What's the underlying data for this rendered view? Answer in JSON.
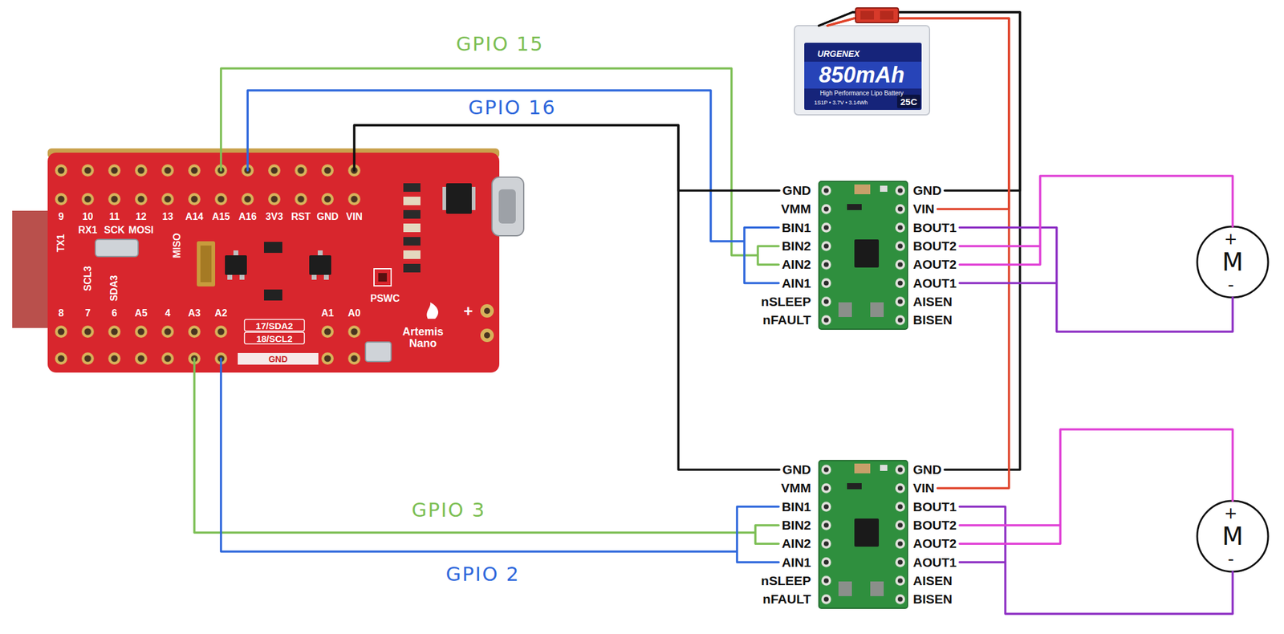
{
  "diagram": {
    "nodes": [
      {
        "text": [
          "9",
          "TX1",
          "10",
          "RX1",
          "11",
          "SCK",
          "12",
          "MOSI",
          "13",
          "MISO",
          "A14",
          "A15",
          "A16",
          "3V3",
          "RST",
          "GND",
          "VIN",
          "SCL3",
          "SDA3",
          "8",
          "7",
          "6",
          "A5",
          "4",
          "A3",
          "A2",
          "A1",
          "A0",
          "17/SDA2",
          "18/SCL2",
          "GND",
          "PSWC",
          "Artemis Nano",
          "+"
        ]
      },
      {
        "text": [
          "URGENEX",
          "850mAh",
          "High Performance Lipo Battery",
          "1S1P • 3.7V • 3.14Wh",
          "25C"
        ]
      },
      {
        "text": [
          "GND",
          "VMM",
          "BIN1",
          "BIN2",
          "AIN2",
          "AIN1",
          "nSLEEP",
          "nFAULT",
          "GND",
          "VIN",
          "BOUT1",
          "BOUT2",
          "AOUT2",
          "AOUT1",
          "AISEN",
          "BISEN"
        ]
      },
      {
        "text": [
          "+",
          "M",
          "-"
        ]
      },
      {
        "text": [
          "GND",
          "VMM",
          "BIN1",
          "BIN2",
          "AIN2",
          "AIN1",
          "nSLEEP",
          "nFAULT",
          "GND",
          "VIN",
          "BOUT1",
          "BOUT2",
          "AOUT2",
          "AOUT1",
          "AISEN",
          "BISEN"
        ]
      },
      {
        "text": [
          "+",
          "M",
          "-"
        ]
      }
    ],
    "edges": [
      {
        "from": 0,
        "to": 2,
        "label": "GPIO 15",
        "arrow": "none"
      },
      {
        "from": 0,
        "to": 2,
        "label": "GPIO 16",
        "arrow": "none"
      },
      {
        "from": 0,
        "to": 2,
        "arrow": "none"
      },
      {
        "from": 0,
        "to": 4,
        "arrow": "none"
      },
      {
        "from": 0,
        "to": 4,
        "label": "GPIO 3",
        "arrow": "none"
      },
      {
        "from": 0,
        "to": 4,
        "label": "GPIO 2",
        "arrow": "none"
      },
      {
        "from": 1,
        "to": 2,
        "arrow": "none"
      },
      {
        "from": 1,
        "to": 2,
        "arrow": "none"
      },
      {
        "from": 1,
        "to": 4,
        "arrow": "none"
      },
      {
        "from": 1,
        "to": 4,
        "arrow": "none"
      },
      {
        "from": 2,
        "to": 3,
        "arrow": "none"
      },
      {
        "from": 2,
        "to": 3,
        "arrow": "none"
      },
      {
        "from": 4,
        "to": 5,
        "arrow": "none"
      },
      {
        "from": 4,
        "to": 5,
        "arrow": "none"
      }
    ]
  }
}
